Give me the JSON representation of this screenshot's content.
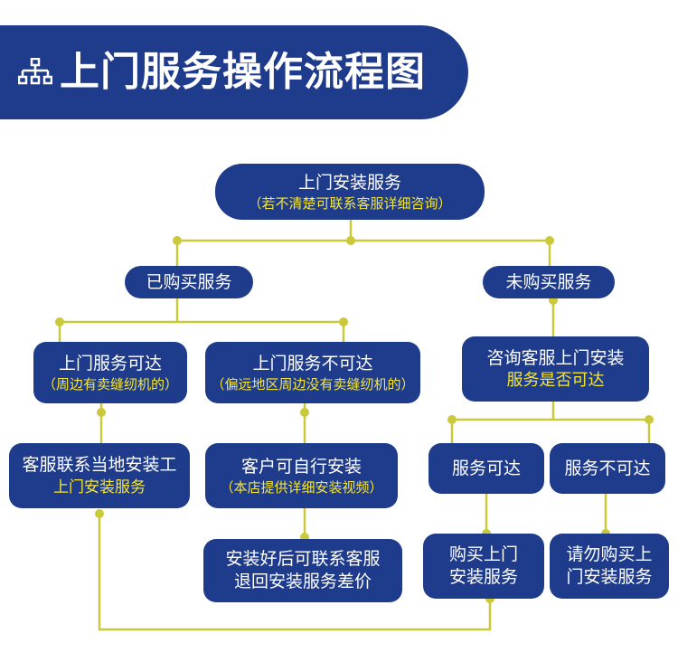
{
  "banner": {
    "title": "上门服务操作流程图",
    "icon": "org-chart-icon"
  },
  "colors": {
    "box": "#1f3c8c",
    "highlight": "#f5e633",
    "connector": "#c9c93a"
  },
  "nodes": {
    "root": {
      "title": "上门安装服务",
      "sub": "（若不清楚可联系客服详细咨询）"
    },
    "purchased": {
      "title": "已购买服务"
    },
    "not_purchased": {
      "title": "未购买服务"
    },
    "reachable": {
      "title": "上门服务可达",
      "sub": "（周边有卖缝纫机的）"
    },
    "unreachable": {
      "title": "上门服务不可达",
      "sub": "（偏远地区周边没有卖缝纫机的）"
    },
    "contact_installer": {
      "title": "客服联系当地安装工",
      "sub": "上门安装服务"
    },
    "self_install": {
      "title": "客户可自行安装",
      "sub": "（本店提供详细安装视频）"
    },
    "refund": {
      "line1": "安装好后可联系客服",
      "line2": "退回安装服务差价"
    },
    "ask_service": {
      "title": "咨询客服上门安装",
      "sub": "服务是否可达"
    },
    "service_ok": {
      "title": "服务可达"
    },
    "service_no": {
      "title": "服务不可达"
    },
    "buy": {
      "line1": "购买上门",
      "line2": "安装服务"
    },
    "dont_buy": {
      "line1": "请勿购买上",
      "line2": "门安装服务"
    }
  }
}
